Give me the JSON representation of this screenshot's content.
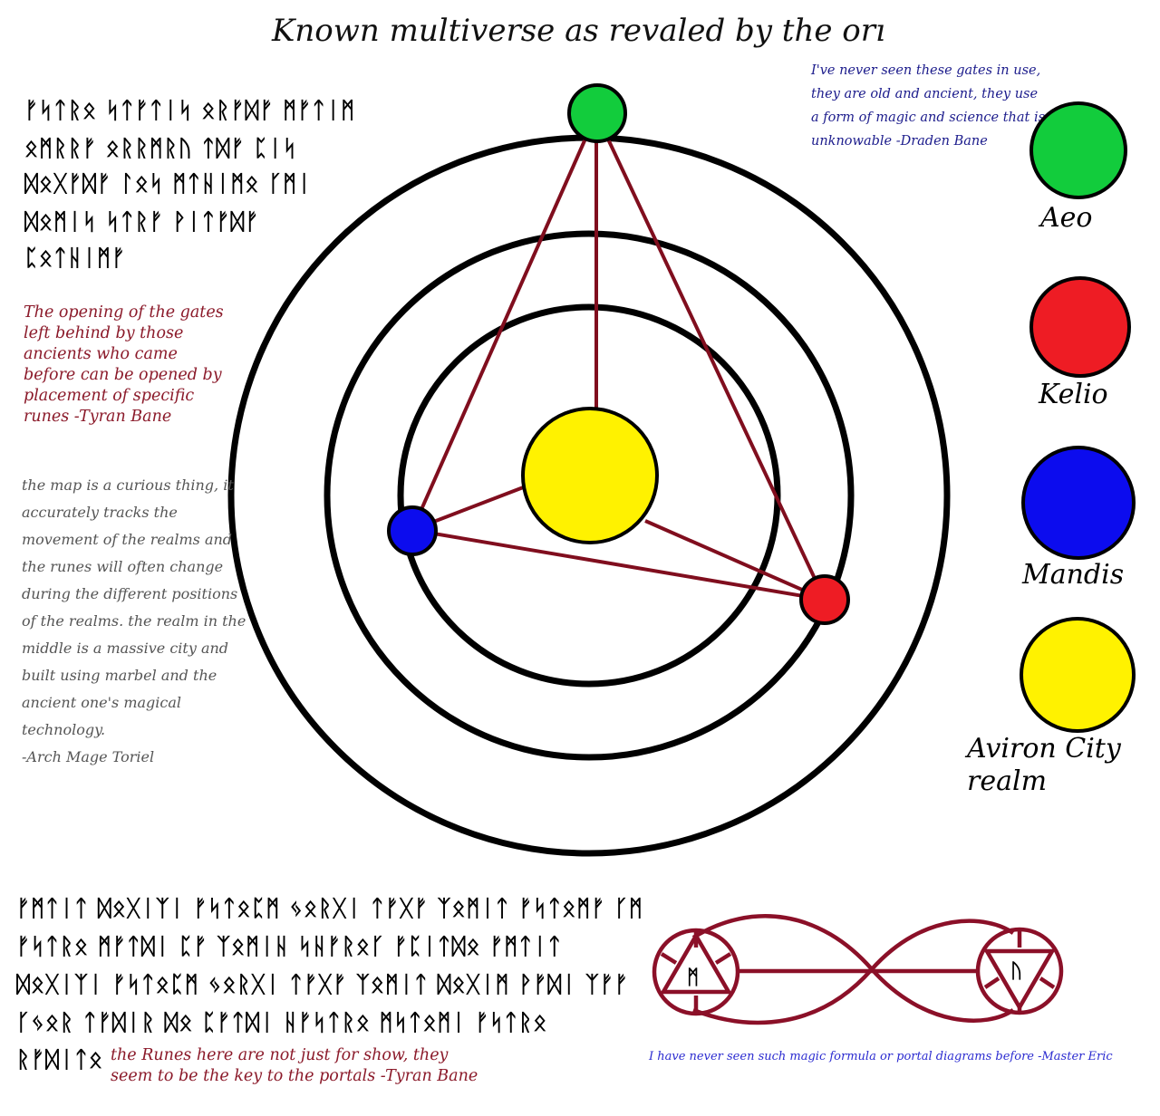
{
  "title": "Known multiverse as revaled by the orı",
  "colors": {
    "aeo": "#12cc3c",
    "kelio": "#ee1c24",
    "mandis": "#0c0cee",
    "aviron": "#fff200",
    "link": "#800e1e",
    "note_red": "#8b1a2a",
    "note_blue": "#1c1c8c"
  },
  "rune_block_top": [
    "ᚠᛋᛏᚱᛟ ᛋᛏᚠᛏᛁᛋ ᛟᚱᚠᛞᚠ ᛗᚠᛏᛁᛗ",
    "ᛟᛗᚱᚱᚠ ᛟᚱᚱᛗᚱᚢ ᛏᛞᚠ ᛈᛁᛋ",
    "ᛞᛟᚷᚠᛞᚠ ᛚᛟᛋ ᛗᛏᚺᛁᛗᛟ ᚴᛗᛁ",
    "ᛞᛟᛗᛁᛋ ᛋᛏᚱᚠ ᚹᛁᛏᚠᛞᚠ",
    "ᛈᛟᛏᚺᛁᛗᚠ"
  ],
  "note_tyran_top": [
    "The opening of the gates",
    "left behind by those",
    "ancients who came",
    "before can be opened by",
    "placement of specific",
    "runes -Tyran Bane"
  ],
  "note_toriel": [
    "the map is a curious thing, it",
    "accurately tracks the",
    "movement of the realms and",
    "the runes will often change",
    "during the different positions",
    "of the realms. the realm in the",
    "middle is a massive city and",
    "built using marbel and the",
    "ancient one's magical",
    "technology.",
    "-Arch Mage Toriel"
  ],
  "note_draden": [
    "I've never seen these gates in use,",
    "they are old and ancient, they use",
    "a form of magic and science that is",
    "unknowable -Draden Bane"
  ],
  "legend": [
    {
      "label": "Aeo",
      "color": "#12cc3c"
    },
    {
      "label": "Kelio",
      "color": "#ee1c24"
    },
    {
      "label": "Mandis",
      "color": "#0c0cee"
    },
    {
      "label": "Aviron City",
      "label2": "realm",
      "color": "#fff200"
    }
  ],
  "rune_block_bottom": [
    "ᚠᛗᛏᛁᛏ ᛞᛟᚷᛁᛉᛁ ᚠᛋᛏᛟᛈᛗ ᛃᛟᚱᚷᛁ ᛏᚠᚷᚠ ᛉᛟᛗᛁᛏ ᚠᛋᛏᛟᛗᚠ ᚴᛗ",
    "ᚠᛋᛏᚱᛟ ᛗᚠᛏᛞᛁ ᛈᚠ ᛉᛟᛗᛁᚺ ᛋᚺᚠᚱᛟᚴ ᚠᛈᛁᛏᛞᛟ ᚠᛗᛏᛁᛏ",
    "ᛞᛟᚷᛁᛉᛁ ᚠᛋᛏᛟᛈᛗ ᛃᛟᚱᚷᛁ ᛏᚠᚷᚠ ᛉᛟᛗᛁᛏ  ᛞᛟᚷᛁᛗ ᚹᚠᛞᛁ ᛉᚠᚠ",
    "ᚴᛃᛟᚱ ᛏᚠᛞᛁᚱ ᛞᛟ ᛈᚠᛏᛞᛁ ᚺᚠᛋᛏᚱᛟ ᛗᛋᛏᛟᛗᛁ ᚠᛋᛏᚱᛟ",
    "ᚱᚠᛞᛁᛏᛟ"
  ],
  "note_tyran_bottom": [
    "the Runes here are not just for show, they",
    "seem to be the key to the portals -Tyran Bane"
  ],
  "portal_runes": {
    "left": "ᛗ",
    "right": "ᚢ"
  },
  "note_eric": "I have never seen such magic formula or portal diagrams before -Master Eric"
}
